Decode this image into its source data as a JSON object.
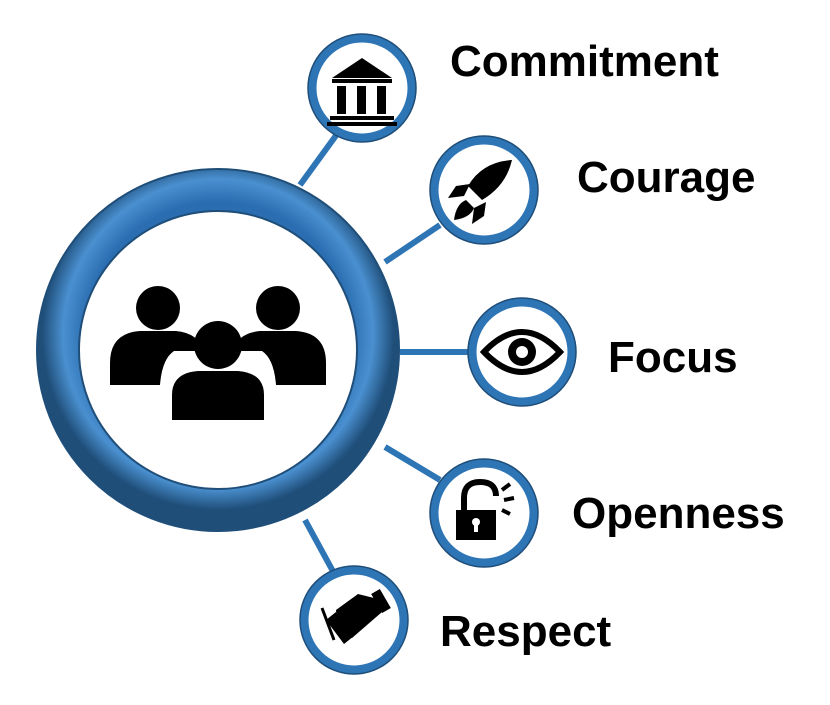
{
  "colors": {
    "ring": "#2e75b6",
    "ring_dark": "#1f4e79",
    "ring_light": "#5b9bd5",
    "icon": "#000000"
  },
  "center": {
    "icon": "group-of-people-icon"
  },
  "values": [
    {
      "label": "Commitment",
      "icon": "building-columns-icon"
    },
    {
      "label": "Courage",
      "icon": "rocket-icon"
    },
    {
      "label": "Focus",
      "icon": "eye-icon"
    },
    {
      "label": "Openness",
      "icon": "open-padlock-icon"
    },
    {
      "label": "Respect",
      "icon": "handshake-icon"
    }
  ]
}
